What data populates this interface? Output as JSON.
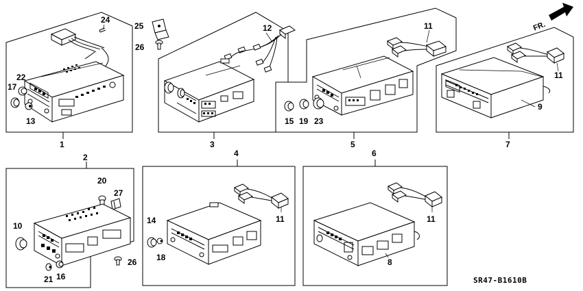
{
  "diagram": {
    "code": "SR47-B1610B",
    "direction_label": "FR.",
    "groups": [
      {
        "id": "1",
        "label": "1"
      },
      {
        "id": "2",
        "label": "2"
      },
      {
        "id": "3",
        "label": "3"
      },
      {
        "id": "4",
        "label": "4"
      },
      {
        "id": "5",
        "label": "5"
      },
      {
        "id": "6",
        "label": "6"
      },
      {
        "id": "7",
        "label": "7"
      }
    ],
    "callouts": {
      "c8": "8",
      "c9": "9",
      "c10": "10",
      "c11a": "11",
      "c11b": "11",
      "c11c": "11",
      "c11d": "11",
      "c12": "12",
      "c13": "13",
      "c14": "14",
      "c15": "15",
      "c16": "16",
      "c17": "17",
      "c18": "18",
      "c19": "19",
      "c20": "20",
      "c21": "21",
      "c22": "22",
      "c23": "23",
      "c24": "24",
      "c25": "25",
      "c26a": "26",
      "c26b": "26",
      "c27": "27"
    }
  }
}
